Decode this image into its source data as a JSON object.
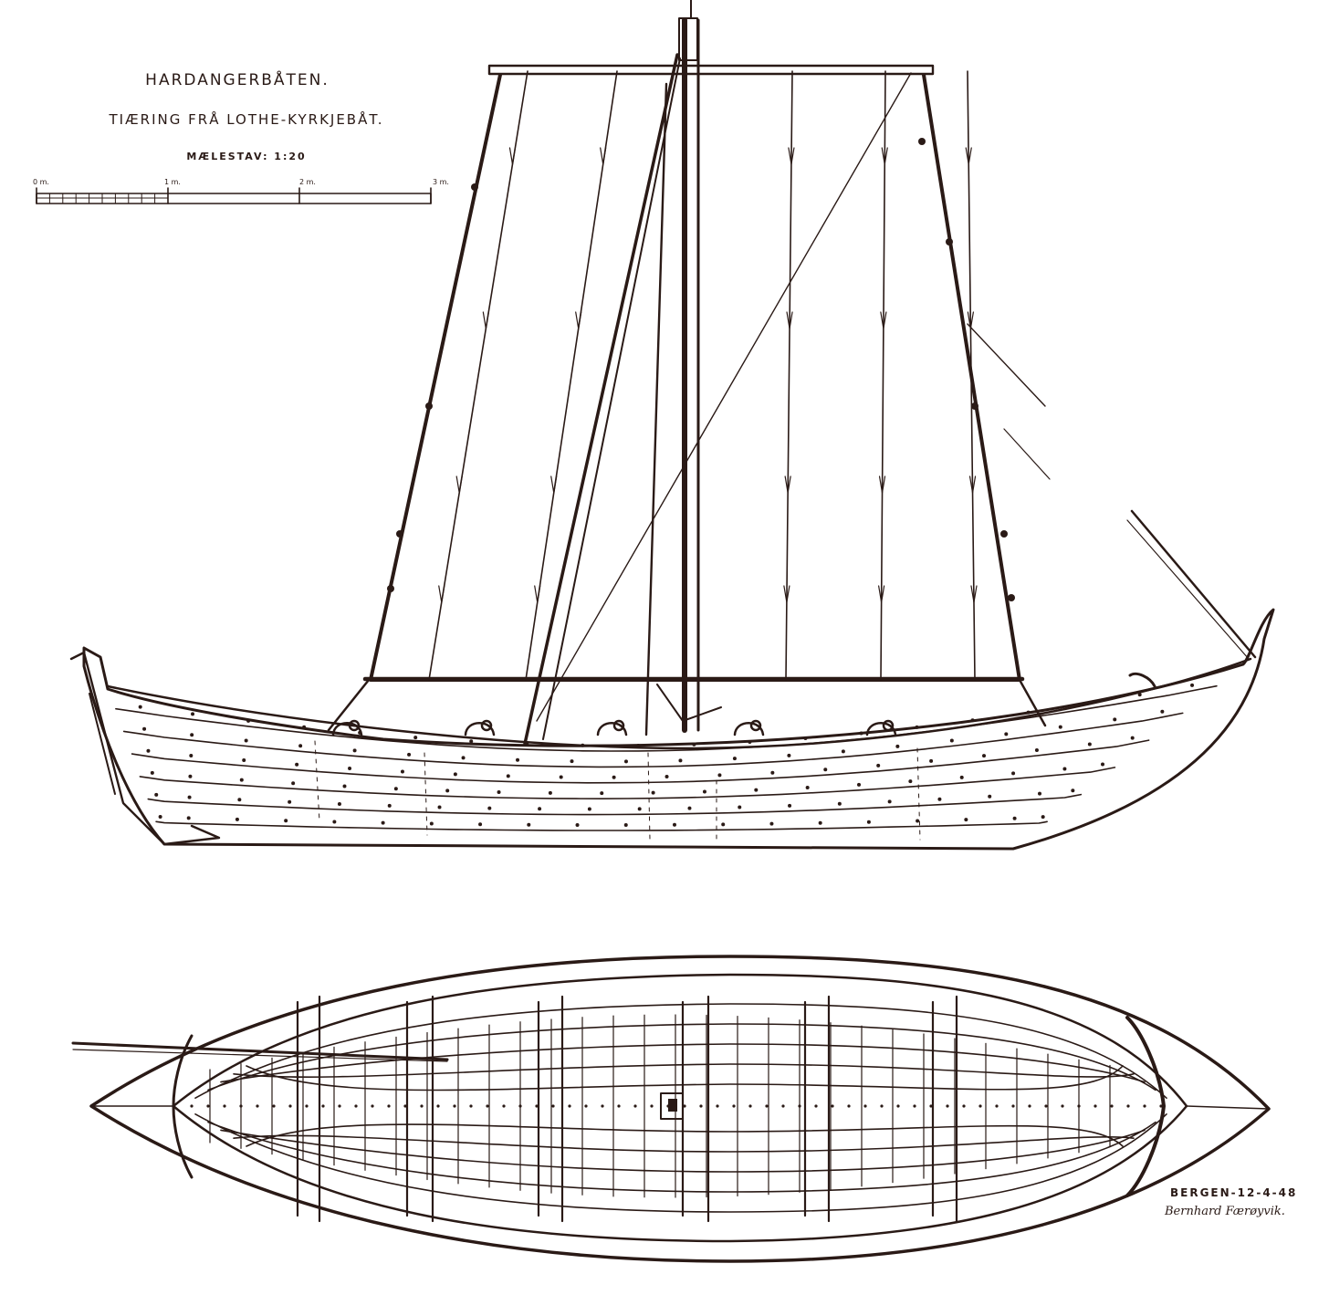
{
  "title": {
    "main": "HARDANGERBÅTEN.",
    "subtitle": "TIÆRING FRÅ LOTHE-KYRKJEBÅT.",
    "scale": "MÆLESTAV: 1:20"
  },
  "scale_bar": {
    "ticks": [
      "0 m.",
      "1 m.",
      "2 m.",
      "3 m."
    ]
  },
  "footer": {
    "date": "BERGEN-12-4-48",
    "signature": "Bernhard Færøyvik."
  },
  "colors": {
    "ink": "#2a1a16",
    "paper": "#ffffff"
  }
}
